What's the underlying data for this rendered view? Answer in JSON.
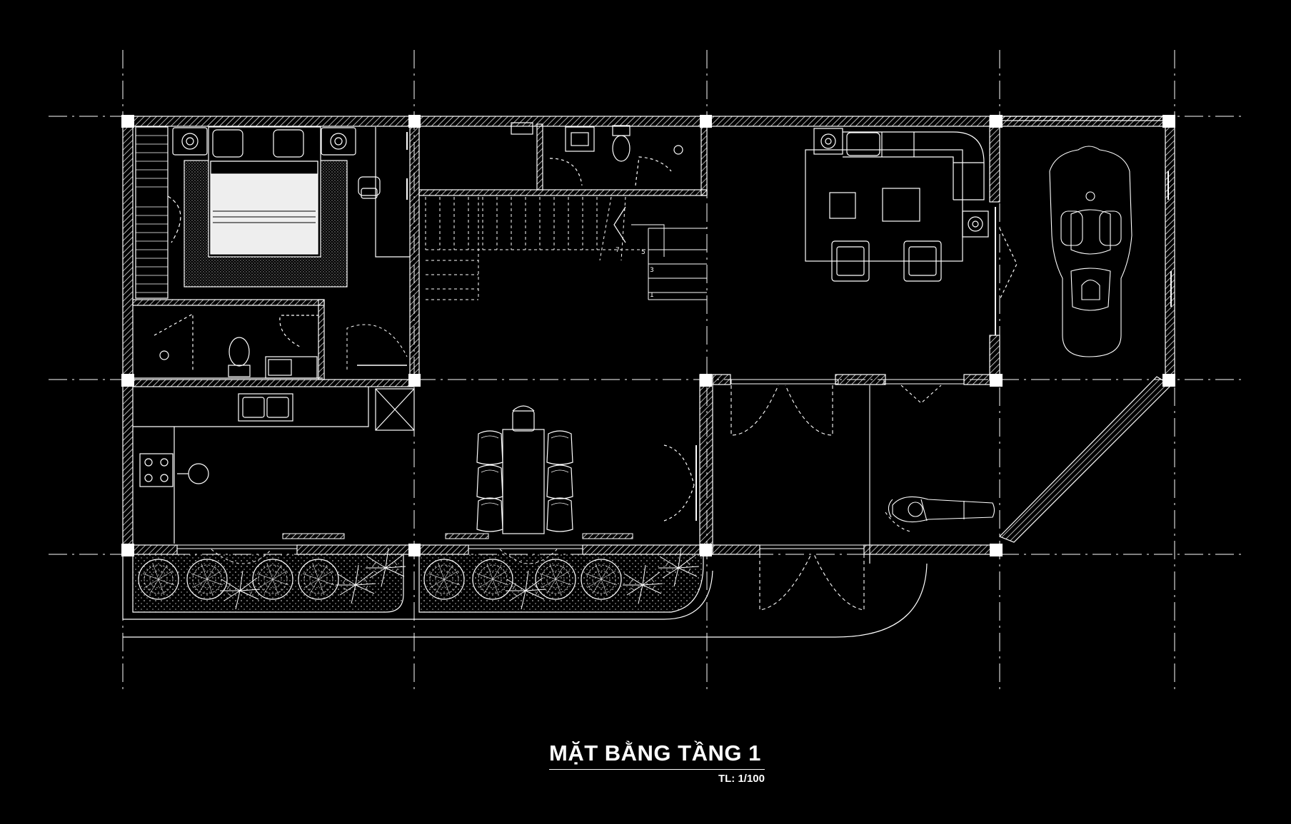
{
  "title": "MẶT BẰNG TẦNG 1",
  "scale": "TL: 1/100",
  "stair_steps": [
    "1",
    "3",
    "5",
    "7"
  ],
  "colors": {
    "background": "#000000",
    "line": "#ffffff",
    "hatch": "#ffffff"
  }
}
